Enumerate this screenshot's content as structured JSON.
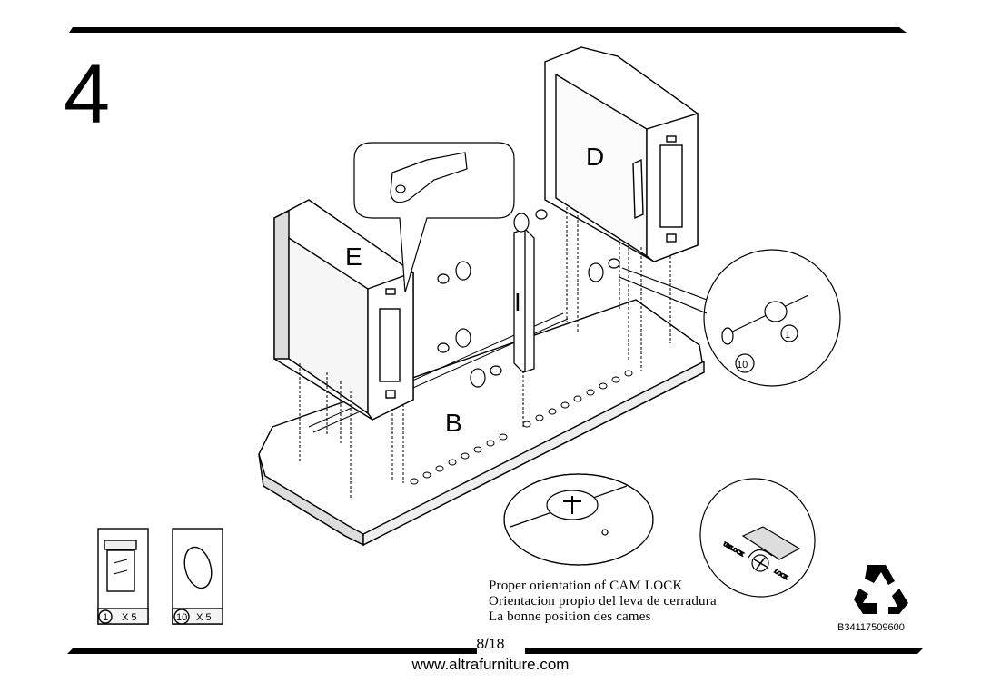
{
  "step": {
    "number": "4"
  },
  "panels": {
    "d": "D",
    "e": "E",
    "b": "B",
    "i": "I"
  },
  "callouts": {
    "cam_number": "1",
    "pin_number": "10"
  },
  "hardware": [
    {
      "id": "1",
      "qty": "X 5",
      "icon": "cam-lock-icon"
    },
    {
      "id": "10",
      "qty": "X 5",
      "icon": "cam-cover-icon"
    }
  ],
  "orientation": {
    "lines": [
      "Proper orientation of CAM LOCK",
      "Orientacion propio del leva de cerradura",
      "La bonne position des cames"
    ],
    "unlock": "UNLOCK",
    "lock": "LOCK"
  },
  "footer": {
    "part_code": "B34117509600",
    "page": "8/18",
    "url": "www.altrafurniture.com"
  }
}
